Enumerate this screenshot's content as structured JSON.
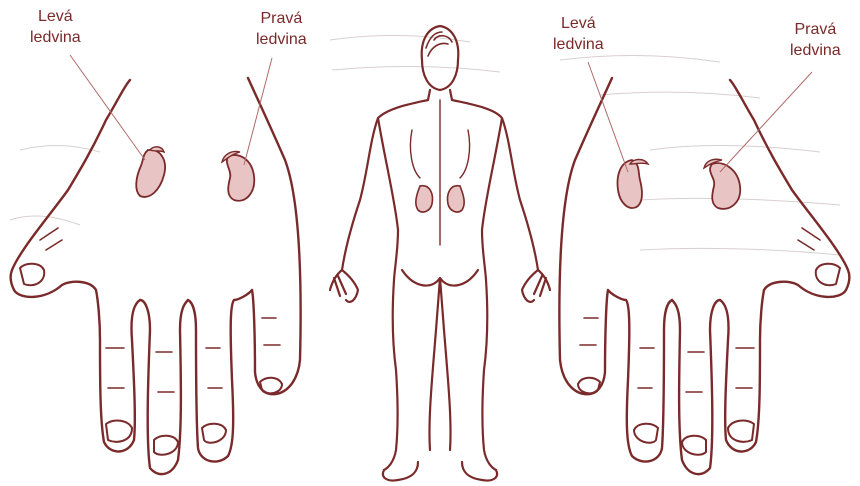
{
  "labels": {
    "left_hand_left_kidney": [
      "Levá",
      "ledvina"
    ],
    "left_hand_right_kidney": [
      "Pravá",
      "ledvina"
    ],
    "right_hand_left_kidney": [
      "Levá",
      "ledvina"
    ],
    "right_hand_right_kidney": [
      "Pravá",
      "ledvina"
    ]
  },
  "colors": {
    "outline": "#7a2a2a",
    "kidney_fill": "#e8c4c4",
    "leader_line": "#b06a6a"
  }
}
